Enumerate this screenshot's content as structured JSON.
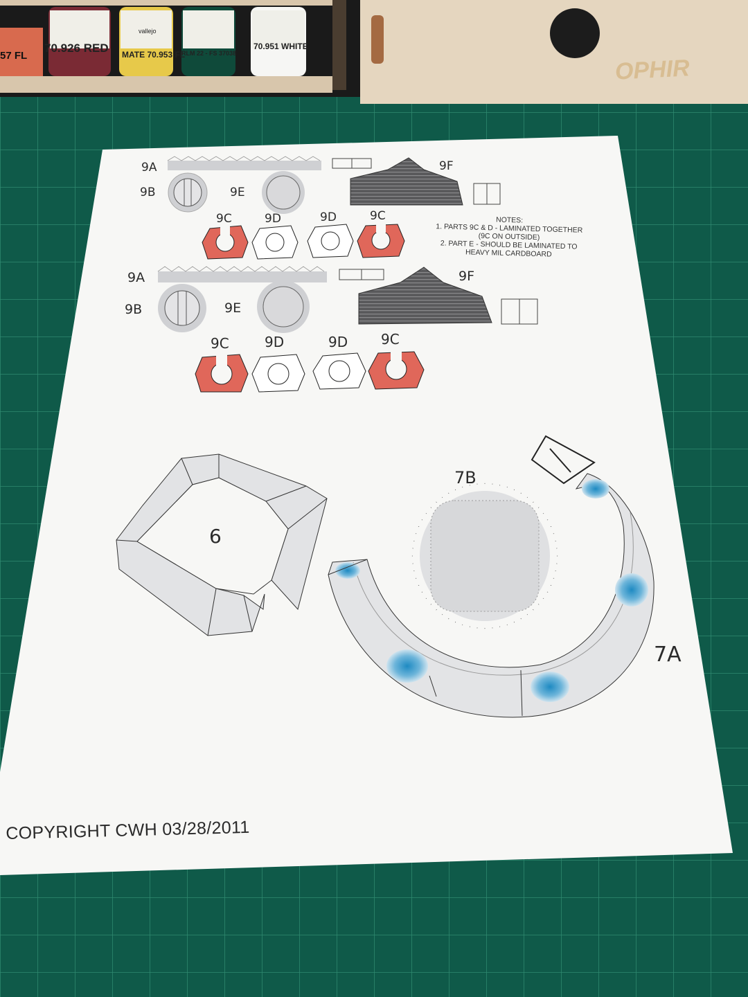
{
  "sheet": {
    "copyright": "COPYRIGHT CWH 03/28/2011",
    "notes": {
      "title": "NOTES:",
      "lines": [
        "1. PARTS 9C & D - LAMINATED TOGETHER",
        "(9C ON OUTSIDE)",
        "2. PART E  - SHOULD BE LAMINATED TO",
        "HEAVY MIL CARDBOARD"
      ]
    },
    "part_labels": {
      "top": {
        "a": "9A",
        "b": "9B",
        "e": "9E",
        "f": "9F",
        "c1": "9C",
        "d1": "9D",
        "d2": "9D",
        "c2": "9C"
      },
      "bottom": {
        "a": "9A",
        "b": "9B",
        "e": "9E",
        "f": "9F",
        "c1": "9C",
        "d1": "9D",
        "d2": "9D",
        "c2": "9C"
      },
      "p6": "6",
      "p7a": "7A",
      "p7b": "7B"
    }
  },
  "background": {
    "paint_bottles": [
      "57 FL",
      "70.926 RED",
      "MATE 70.953 FL",
      "RLM 22 - FS 37038",
      "70.951 WHITE"
    ],
    "box_brand": "OPHIR",
    "bottle_brand": "vallejo"
  },
  "colors": {
    "mat": "#0f5a49",
    "paper": "#f7f7f5",
    "part_red": "#e0675a",
    "part_gray": "#d4d5d7",
    "hull_dark": "#6c6c6e",
    "window_blue": "#3a98c8"
  }
}
